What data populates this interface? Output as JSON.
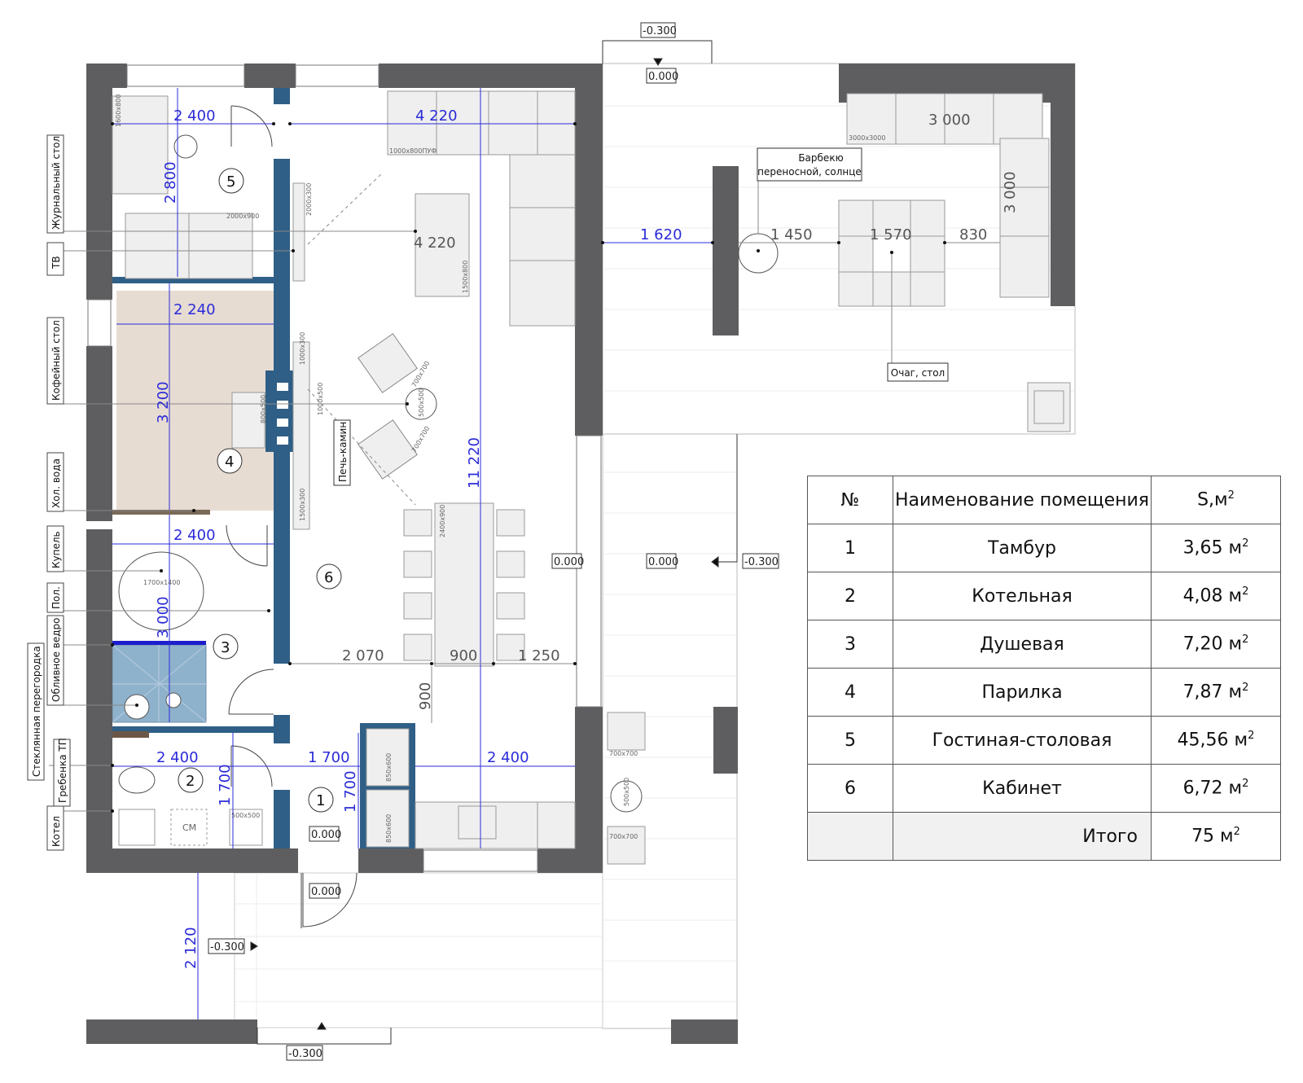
{
  "levels": {
    "top": "-0.300",
    "top_zero": "0.000",
    "right": "-0.300",
    "right_zero": "0.000",
    "hall_zero": "0.000",
    "entry_zero": "0.000",
    "porch_zero": "0.000",
    "porch_left": "-0.300",
    "bottom": "-0.300"
  },
  "room_markers": [
    "1",
    "2",
    "3",
    "4",
    "5",
    "6"
  ],
  "side_labels": [
    "Журнальный стол",
    "ТВ",
    "Кофейный стол",
    "Хол. вода",
    "Купель",
    "Пол.",
    "Обливное ведро",
    "Стеклянная перегородка",
    "Гребенка ТП",
    "Котел"
  ],
  "callouts": {
    "bbq_line1": "Барбекю",
    "bbq_line2": "переносной, солнце",
    "hearth": "Очаг, стол",
    "stove": "Печь-камин"
  },
  "dims": {
    "d2400_top": "2 400",
    "d4220_top": "4 220",
    "d2800": "2 800",
    "d4220_mid": "4 220",
    "d2240": "2 240",
    "d3200": "3 200",
    "d11220": "11 220",
    "d2400_bath": "2 400",
    "d3000_bath": "3 000",
    "d2070": "2 070",
    "d900_h": "900",
    "d1250": "1 250",
    "d900_v": "900",
    "d2400_boiler": "2 400",
    "d1700_boiler": "1 700",
    "d1700_h": "1 700",
    "d1700_v": "1 700",
    "d2400_kitchen": "2 400",
    "d2120": "2 120",
    "d1620": "1 620",
    "d1450": "1 450",
    "d1570": "1 570",
    "d830": "830",
    "d3000_sofa_h": "3 000",
    "d3000_sofa_v": "3 000"
  },
  "furniture_labels": {
    "desk": "1600x800",
    "pouf": "1000x800ПУФ",
    "sofa": "2000x900",
    "tv": "2000x300",
    "coffee": "1500x800",
    "arm1": "700x700",
    "tbl": "500x500",
    "arm2": "700x700",
    "bench1": "1000x300",
    "bench2": "1000x500",
    "bench3": "1500x300",
    "stove": "800x500",
    "dining": "2400x900",
    "font": "1700x1400",
    "cab1": "850x600",
    "cab2": "850x600",
    "sink": "500x500",
    "washer": "СМ",
    "ext_arm1": "700x700",
    "ext_tbl": "500x500",
    "ext_arm2": "700x700",
    "terrace_sofa": "3000x3000"
  },
  "table": {
    "headers": [
      "№",
      "Наименование помещения",
      "S,м"
    ],
    "header_sup": "2",
    "rows": [
      {
        "n": "1",
        "name": "Тамбур",
        "area": "3,65 м"
      },
      {
        "n": "2",
        "name": "Котельная",
        "area": "4,08 м"
      },
      {
        "n": "3",
        "name": "Душевая",
        "area": "7,20 м"
      },
      {
        "n": "4",
        "name": "Парилка",
        "area": "7,87 м"
      },
      {
        "n": "5",
        "name": "Гостиная-столовая",
        "area": "45,56 м"
      },
      {
        "n": "6",
        "name": "Кабинет",
        "area": "6,72 м"
      }
    ],
    "total_label": "Итого",
    "total_value": "75 м",
    "area_sup": "2"
  },
  "colors": {
    "wall": "#5e5e60",
    "partition": "#2f5f86",
    "dim": "#2b2bd8",
    "sauna_floor": "#e7dcd2",
    "shower_tile": "#8fb2cc"
  }
}
